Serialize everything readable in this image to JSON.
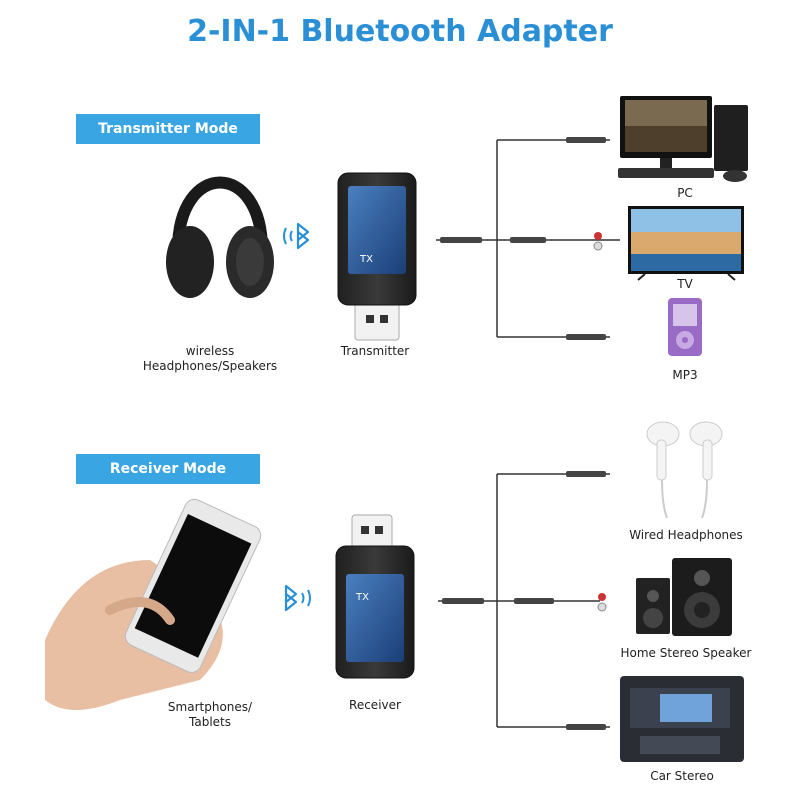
{
  "title": "2-IN-1 Bluetooth Adapter",
  "transmitter_mode": {
    "banner": "Transmitter Mode",
    "source_label_line1": "wireless",
    "source_label_line2": "Headphones/Speakers",
    "device_label": "Transmitter",
    "outputs": [
      "PC",
      "TV",
      "MP3"
    ]
  },
  "receiver_mode": {
    "banner": "Receiver Mode",
    "source_label_line1": "Smartphones/",
    "source_label_line2": "Tablets",
    "device_label": "Receiver",
    "outputs": [
      "Wired Headphones",
      "Home Stereo Speaker",
      "Car Stereo"
    ]
  },
  "device_screen_text": "TX",
  "colors": {
    "accent": "#39a5e2",
    "title": "#2b8fd6",
    "bluetooth": "#2b8fd6"
  },
  "icons": [
    "headphones-icon",
    "bluetooth-icon",
    "pc-icon",
    "tv-icon",
    "mp3-player-icon",
    "earphones-icon",
    "stereo-speaker-icon",
    "car-stereo-icon",
    "smartphone-icon"
  ]
}
